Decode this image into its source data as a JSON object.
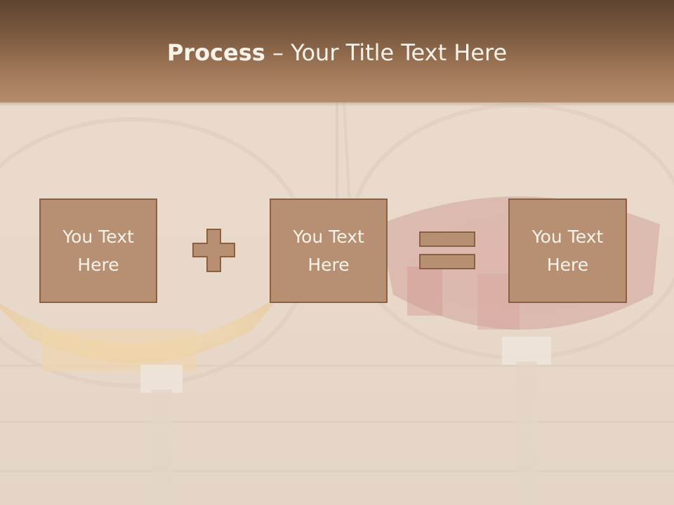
{
  "slide": {
    "title_bold": "Process",
    "title_rest": " – Your Title Text Here",
    "boxes": [
      {
        "label": "You Text Here"
      },
      {
        "label": "You Text Here"
      },
      {
        "label": "You Text Here"
      }
    ],
    "operators": [
      "plus",
      "equals"
    ]
  },
  "colors": {
    "header_top": "#5e4530",
    "header_bottom": "#b48b6b",
    "box_fill": "#b78f72",
    "box_border": "#8a6040",
    "text_light": "#fbf3ea",
    "background": "#e7d9cc"
  }
}
